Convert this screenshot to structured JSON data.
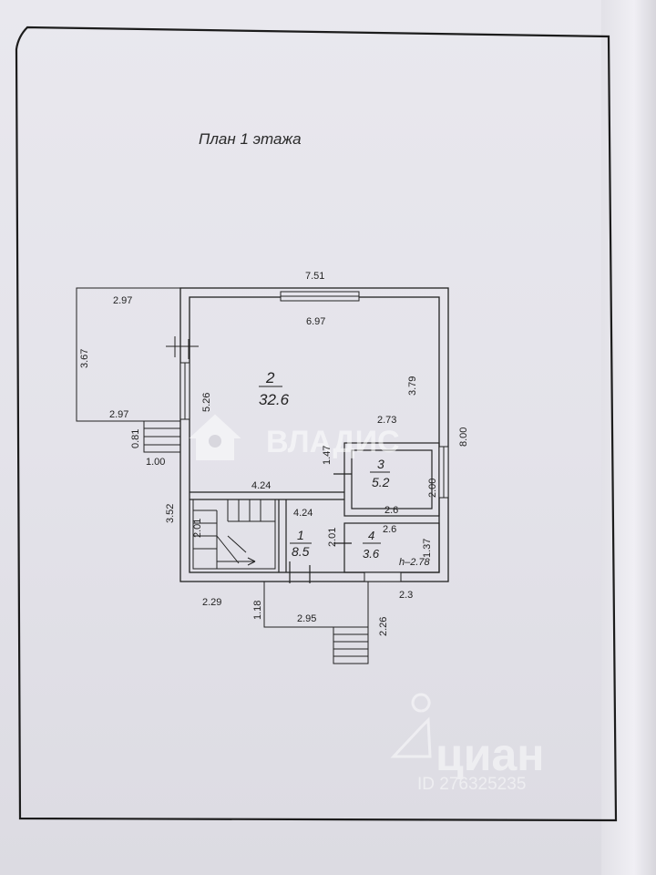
{
  "title": "План 1 этажа",
  "rooms": [
    {
      "number": "2",
      "area": "32.6"
    },
    {
      "number": "3",
      "area": "5.2"
    },
    {
      "number": "1",
      "area": "8.5"
    },
    {
      "number": "4",
      "area": "3.6"
    }
  ],
  "dimensions": {
    "overall_width": "7.51",
    "terrace_width_top": "2.97",
    "terrace_depth": "3.67",
    "terrace_width_bottom": "2.97",
    "step_height": "0.81",
    "step_width": "1.00",
    "room2_width": "6.97",
    "room2_depth_right": "3.79",
    "room2_depth_left": "5.26",
    "overall_depth": "8.00",
    "wall_2_73": "2.73",
    "room3_top": "1.47",
    "room3_depth": "2.00",
    "room3_width": "2.6",
    "hall_width": "4.24",
    "stair_width": "4.24",
    "left_depth": "3.52",
    "stair_depth": "2.01",
    "room1_depth": "2.01",
    "room4_width": "2.6",
    "room4_depth": "1.37",
    "ceiling_height": "h–2.78",
    "porch_left_offset": "2.29",
    "porch_depth": "1.18",
    "porch_width": "2.95",
    "porch_right_offset": "2.3",
    "stairs_length": "2.26"
  },
  "watermarks": {
    "vladis": "ВЛАДИС",
    "cian": "циан",
    "cian_id": "ID 276325235"
  }
}
